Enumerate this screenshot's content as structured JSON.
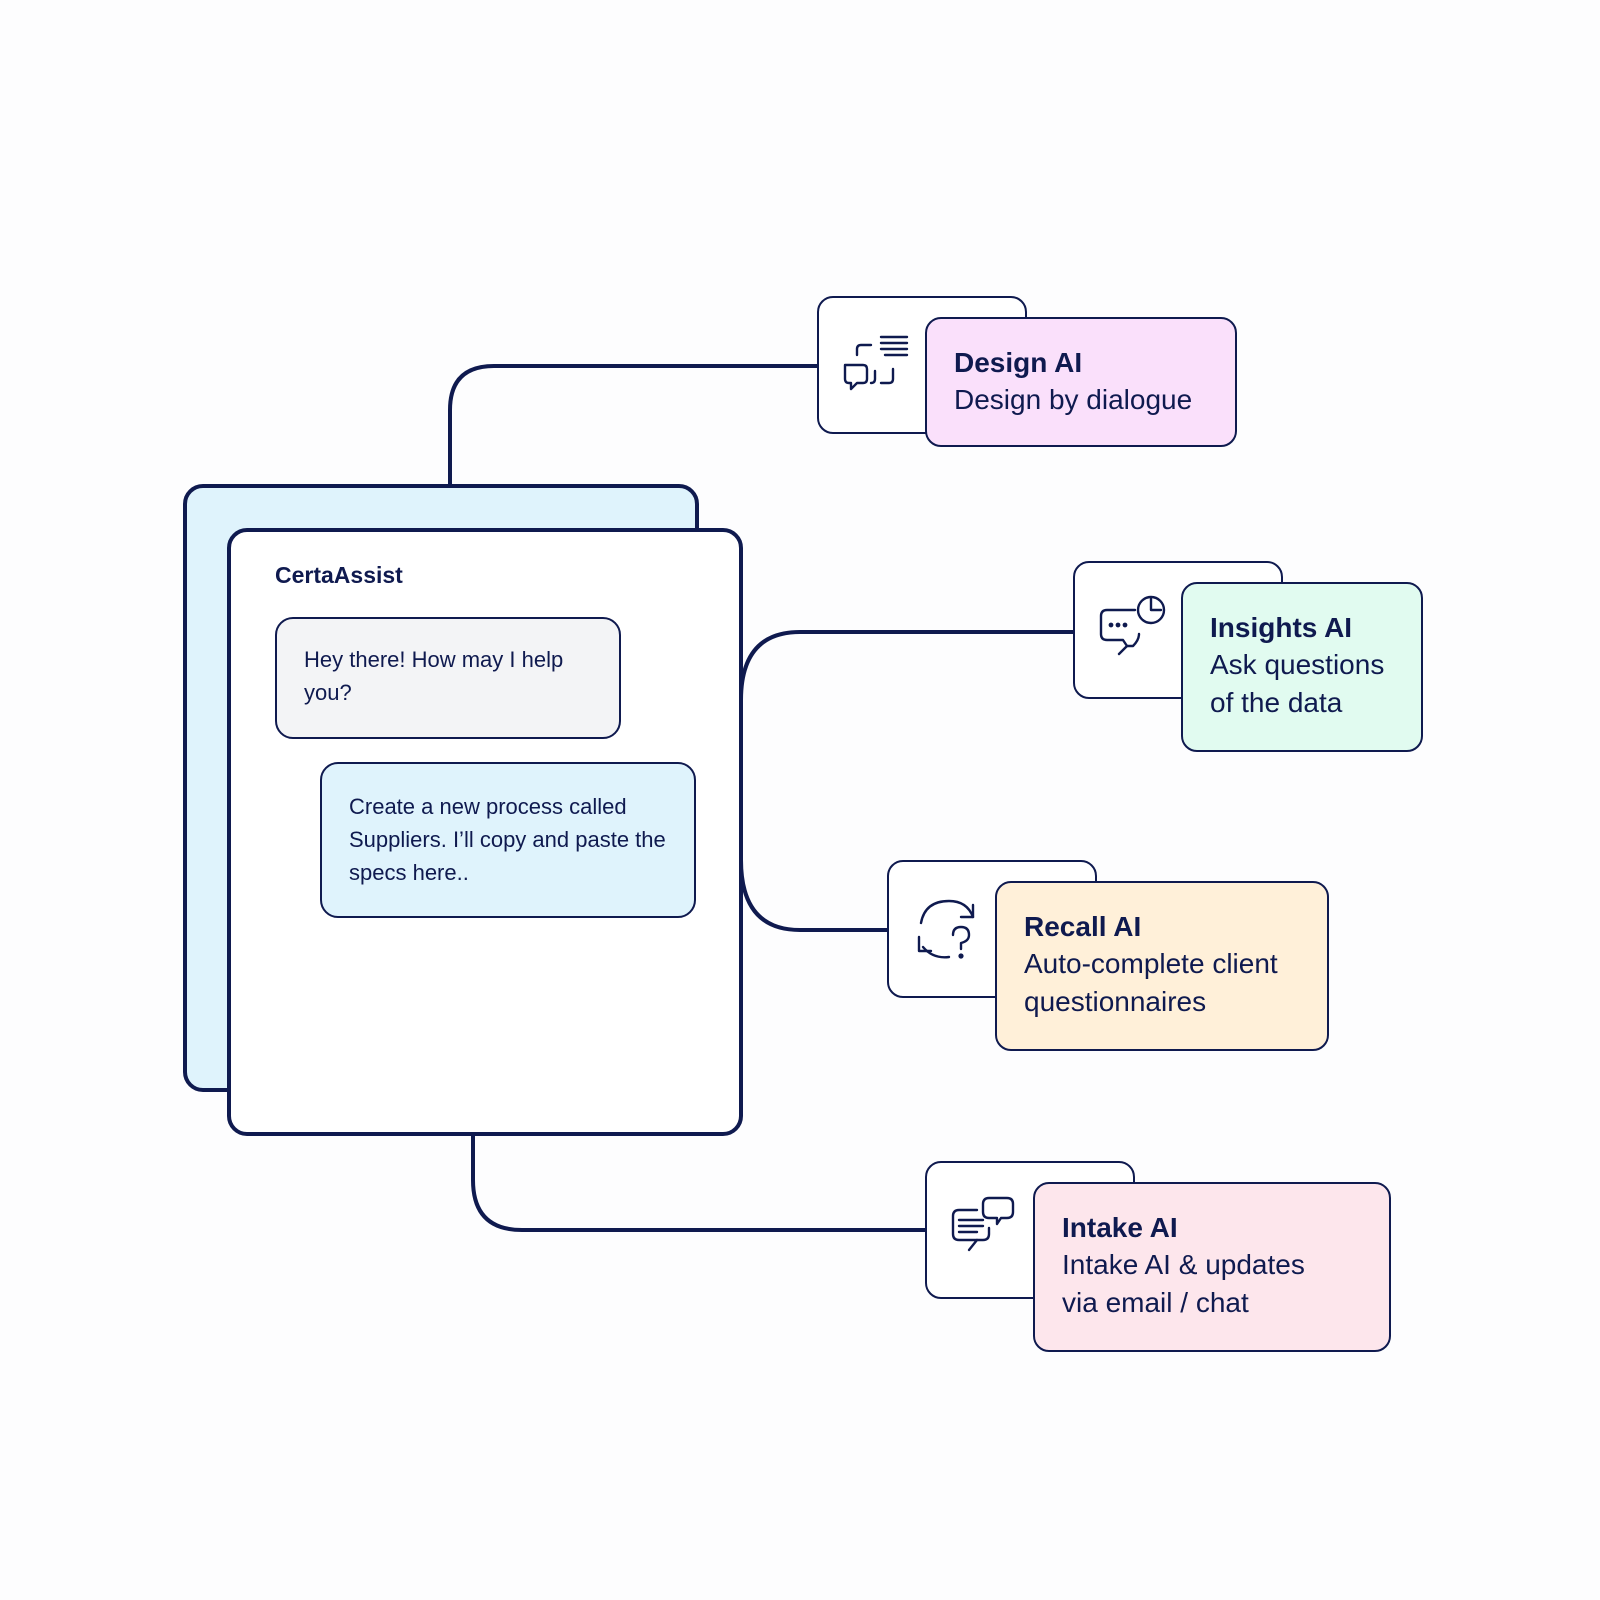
{
  "colors": {
    "ink": "#0f1a4f",
    "panel_back": "#dff3fc",
    "bot_bubble": "#f3f4f6",
    "user_bubble": "#dff3fc",
    "design_ai": "#fae0fb",
    "insights_ai": "#e1fbf0",
    "recall_ai": "#fff0d9",
    "intake_ai": "#fde6ec"
  },
  "assistant": {
    "title": "CertaAssist",
    "bot_message": "Hey there! How may I help you?",
    "user_message": "Create a new process called Suppliers. I’ll copy and paste the specs here.."
  },
  "features": [
    {
      "icon": "dialogue-design-icon",
      "title": "Design AI",
      "description": "Design by dialogue",
      "color": "#fae0fb"
    },
    {
      "icon": "chat-insights-icon",
      "title": "Insights AI",
      "description": "Ask questions\nof the data",
      "color": "#e1fbf0"
    },
    {
      "icon": "recall-question-icon",
      "title": "Recall AI",
      "description": "Auto-complete client\nquestionnaires",
      "color": "#fff0d9"
    },
    {
      "icon": "intake-chat-icon",
      "title": "Intake AI",
      "description": "Intake AI & updates\nvia email / chat",
      "color": "#fde6ec"
    }
  ]
}
